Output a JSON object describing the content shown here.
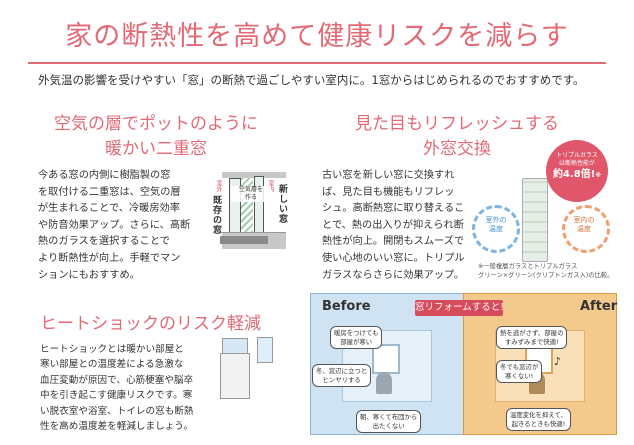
{
  "page": {
    "title": "家の断熱性を高めて健康リスクを減らす",
    "lead": "外気温の影響を受けやすい「窓」の断熱で過ごしやすい室内に。1窓からはじめられるのでおすすめです。"
  },
  "double_window": {
    "heading_line1": "空気の層でポットのように",
    "heading_line2": "暖かい二重窓",
    "body": [
      "今ある窓の内側に樹脂製の窓",
      "を取付ける二重窓は、空気の層",
      "が生まれることで、冷暖房効率",
      "や防音効果アップ。さらに、高断",
      "熱のガラスを選択することで",
      "より断熱性が向上。手軽でマン",
      "ションにもおすすめ。"
    ],
    "diagram": {
      "outer_label": "室外",
      "inner_label": "室内",
      "air_label_1": "空気層を",
      "air_label_2": "作る",
      "new_window": "新しい窓",
      "existing_window": "既存の窓"
    }
  },
  "window_exchange": {
    "heading_line1": "見た目もリフレッシュする",
    "heading_line2": "外窓交換",
    "body": [
      "古い窓を新しい窓に交換すれ",
      "ば、見た目も機能もリフレッ",
      "シュ。高断熱窓に取り替えるこ",
      "とで、熱の出入りが抑えられ断",
      "熱性が向上。開閉もスムーズで",
      "使い心地のいい窓に。トリプル",
      "ガラスならさらに効果アップ。"
    ],
    "outside_temp_1": "室外の",
    "outside_temp_2": "温度",
    "inside_temp_1": "室内の",
    "inside_temp_2": "温度",
    "badge_line1": "トリプルガラス",
    "badge_line2": "は断熱性能が",
    "badge_line3": "約4.8倍!",
    "badge_sup": "※",
    "note_line1": "※一般複層ガラスとトリプルガラス",
    "note_line2": "グリーン×グリーン(クリプトンガス入)の比較。"
  },
  "heat_shock": {
    "heading": "ヒートショックのリスク軽減",
    "body": [
      "ヒートショックとは暖かい部屋と",
      "寒い部屋との温度差による急激な",
      "血圧変動が原因で、心筋梗塞や脳卒",
      "中を引き起こす健康リスクです。寒",
      "い脱衣室や浴室、トイレの窓も断熱",
      "性を高め温度差を軽減しましょう。"
    ]
  },
  "before_after": {
    "before_label": "Before",
    "after_label": "After",
    "center_badge": "窓リフォームすると!",
    "before_bubble_1_l1": "暖房をつけても",
    "before_bubble_1_l2": "部屋が寒い",
    "before_bubble_2_l1": "冬、窓辺に立つと",
    "before_bubble_2_l2": "ヒンヤリする",
    "before_bubble_3_l1": "朝、寒くて布団から",
    "before_bubble_3_l2": "出たくない",
    "after_bubble_1_l1": "熱を逃がさず、部屋の",
    "after_bubble_1_l2": "すみずみまで快適!",
    "after_bubble_2_l1": "冬でも窓辺が",
    "after_bubble_2_l2": "寒くない!",
    "after_bubble_3_l1": "温度変化を抑えて、",
    "after_bubble_3_l2": "起きるときも快適!"
  },
  "colors": {
    "accent": "#e26a75",
    "before_blue": "#cfe3f2",
    "after_orange": "#f4c98c",
    "badge_red": "#d84b5d"
  }
}
